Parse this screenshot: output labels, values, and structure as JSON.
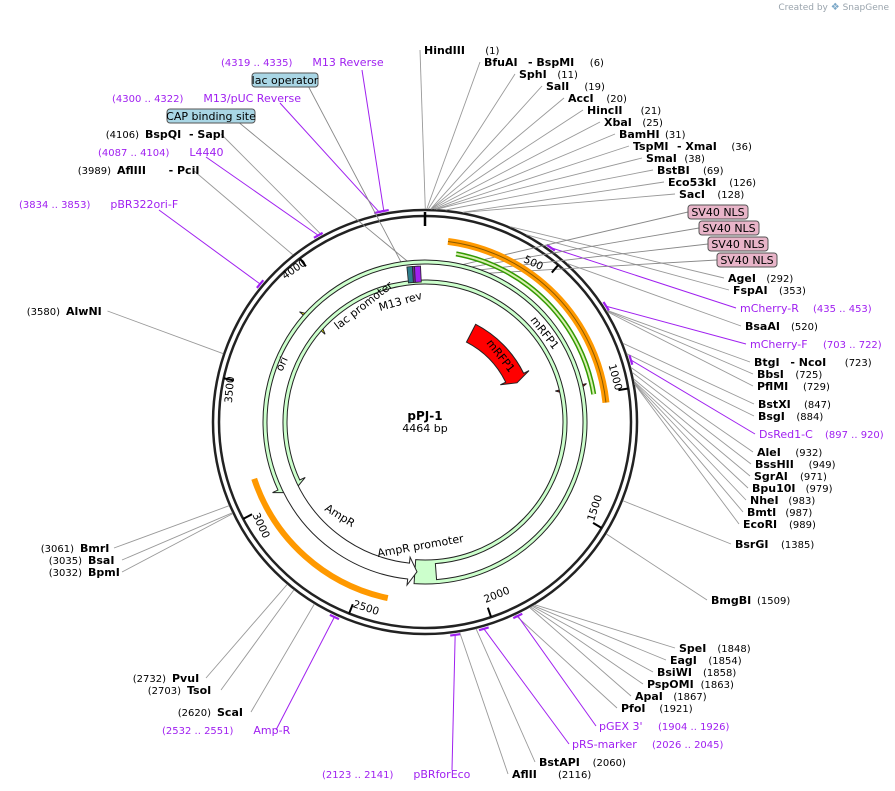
{
  "brand": {
    "prefix": "Created by",
    "name": "SnapGene"
  },
  "plasmid": {
    "name": "pPJ-1",
    "size": "4464 bp",
    "length": 4464
  },
  "ticks": [
    "500",
    "1000",
    "1500",
    "2000",
    "2500",
    "3000",
    "3500",
    "4000"
  ],
  "enzymes": [
    {
      "name": "HindIII",
      "pos": "(1)",
      "bp": 1
    },
    {
      "name": "BfuAI",
      "name2": "- BspMI",
      "pos": "(6)",
      "bp": 6
    },
    {
      "name": "SphI",
      "pos": "(11)",
      "bp": 11
    },
    {
      "name": "SalI",
      "pos": "(19)",
      "bp": 19
    },
    {
      "name": "AccI",
      "pos": "(20)",
      "bp": 20
    },
    {
      "name": "HincII",
      "pos": "(21)",
      "bp": 21
    },
    {
      "name": "XbaI",
      "pos": "(25)",
      "bp": 25
    },
    {
      "name": "BamHI",
      "pos": "(31)",
      "bp": 31
    },
    {
      "name": "TspMI",
      "name2": "- XmaI",
      "pos": "(36)",
      "bp": 36
    },
    {
      "name": "SmaI",
      "pos": "(38)",
      "bp": 38
    },
    {
      "name": "BstBI",
      "pos": "(69)",
      "bp": 69
    },
    {
      "name": "Eco53kI",
      "pos": "(126)",
      "bp": 126
    },
    {
      "name": "SacI",
      "pos": "(128)",
      "bp": 128
    },
    {
      "name": "AgeI",
      "pos": "(292)",
      "bp": 292
    },
    {
      "name": "FspAI",
      "pos": "(353)",
      "bp": 353
    },
    {
      "name": "BsaAI",
      "pos": "(520)",
      "bp": 520
    },
    {
      "name": "BtgI",
      "name2": "- NcoI",
      "pos": "(723)",
      "bp": 723
    },
    {
      "name": "BbsI",
      "pos": "(725)",
      "bp": 725
    },
    {
      "name": "PflMI",
      "pos": "(729)",
      "bp": 729
    },
    {
      "name": "BstXI",
      "pos": "(847)",
      "bp": 847
    },
    {
      "name": "BsgI",
      "pos": "(884)",
      "bp": 884
    },
    {
      "name": "AleI",
      "pos": "(932)",
      "bp": 932
    },
    {
      "name": "BssHII",
      "pos": "(949)",
      "bp": 949
    },
    {
      "name": "SgrAI",
      "pos": "(971)",
      "bp": 971
    },
    {
      "name": "Bpu10I",
      "pos": "(979)",
      "bp": 979
    },
    {
      "name": "NheI",
      "pos": "(983)",
      "bp": 983
    },
    {
      "name": "BmtI",
      "pos": "(987)",
      "bp": 987
    },
    {
      "name": "EcoRI",
      "pos": "(989)",
      "bp": 989
    },
    {
      "name": "BsrGI",
      "pos": "(1385)",
      "bp": 1385
    },
    {
      "name": "BmgBI",
      "pos": "(1509)",
      "bp": 1509
    },
    {
      "name": "SpeI",
      "pos": "(1848)",
      "bp": 1848
    },
    {
      "name": "EagI",
      "pos": "(1854)",
      "bp": 1854
    },
    {
      "name": "BsiWI",
      "pos": "(1858)",
      "bp": 1858
    },
    {
      "name": "PspOMI",
      "pos": "(1863)",
      "bp": 1863
    },
    {
      "name": "ApaI",
      "pos": "(1867)",
      "bp": 1867
    },
    {
      "name": "PfoI",
      "pos": "(1921)",
      "bp": 1921
    },
    {
      "name": "BstAPI",
      "pos": "(2060)",
      "bp": 2060
    },
    {
      "name": "AflII",
      "pos": "(2116)",
      "bp": 2116
    },
    {
      "name": "ScaI",
      "pos": "(2620)",
      "bp": 2620
    },
    {
      "name": "TsoI",
      "pos": "(2703)",
      "bp": 2703
    },
    {
      "name": "PvuI",
      "pos": "(2732)",
      "bp": 2732
    },
    {
      "name": "BpmI",
      "pos": "(3032)",
      "bp": 3032
    },
    {
      "name": "BsaI",
      "pos": "(3035)",
      "bp": 3035
    },
    {
      "name": "BmrI",
      "pos": "(3061)",
      "bp": 3061
    },
    {
      "name": "AlwNI",
      "pos": "(3580)",
      "bp": 3580
    },
    {
      "name": "AflIII",
      "name2": "- PciI",
      "pos": "(3989)",
      "bp": 3989
    },
    {
      "name": "BspQI",
      "name2": "- SapI",
      "pos": "(4106)",
      "bp": 4106
    }
  ],
  "primers": [
    {
      "name": "M13 Reverse",
      "pos": "(4319 .. 4335)",
      "bp": 4327
    },
    {
      "name": "M13/pUC Reverse",
      "pos": "(4300 .. 4322)",
      "bp": 4311
    },
    {
      "name": "L4440",
      "pos": "(4087 .. 4104)",
      "bp": 4095
    },
    {
      "name": "pBR322ori-F",
      "pos": "(3834 .. 3853)",
      "bp": 3843
    },
    {
      "name": "mCherry-R",
      "pos": "(435 .. 453)",
      "bp": 444
    },
    {
      "name": "mCherry-F",
      "pos": "(703 .. 722)",
      "bp": 712
    },
    {
      "name": "DsRed1-C",
      "pos": "(897 .. 920)",
      "bp": 908
    },
    {
      "name": "pGEX 3'",
      "pos": "(1904 .. 1926)",
      "bp": 1915
    },
    {
      "name": "pRS-marker",
      "pos": "(2026 .. 2045)",
      "bp": 2035
    },
    {
      "name": "pBRforEco",
      "pos": "(2123 .. 2141)",
      "bp": 2132
    },
    {
      "name": "Amp-R",
      "pos": "(2532 .. 2551)",
      "bp": 2541
    }
  ],
  "boxed_labels": [
    {
      "name": "lac operator",
      "color": "#a9d6e5"
    },
    {
      "name": "CAP binding site",
      "color": "#a9d6e5"
    },
    {
      "name": "SV40 NLS",
      "color": "#e8b4c8"
    },
    {
      "name": "SV40 NLS",
      "color": "#e8b4c8"
    },
    {
      "name": "SV40 NLS",
      "color": "#e8b4c8"
    },
    {
      "name": "SV40 NLS",
      "color": "#e8b4c8"
    }
  ],
  "features": {
    "mrfp1_outer": "mRFP1",
    "mrfp1_inner": "mRFP1",
    "ori": "ori",
    "ampr": "AmpR",
    "ampr_promoter": "AmpR promoter",
    "lac_promoter": "lac promoter",
    "m13_rev": "M13 rev"
  },
  "colors": {
    "mrfp1": "#ff0000",
    "ori": "#ffff00",
    "ampr": "#ccffcc",
    "orf_outer": "#ff9900",
    "orf_green": "#339900",
    "primer": "#a020f0",
    "nls": "#8b2252"
  }
}
